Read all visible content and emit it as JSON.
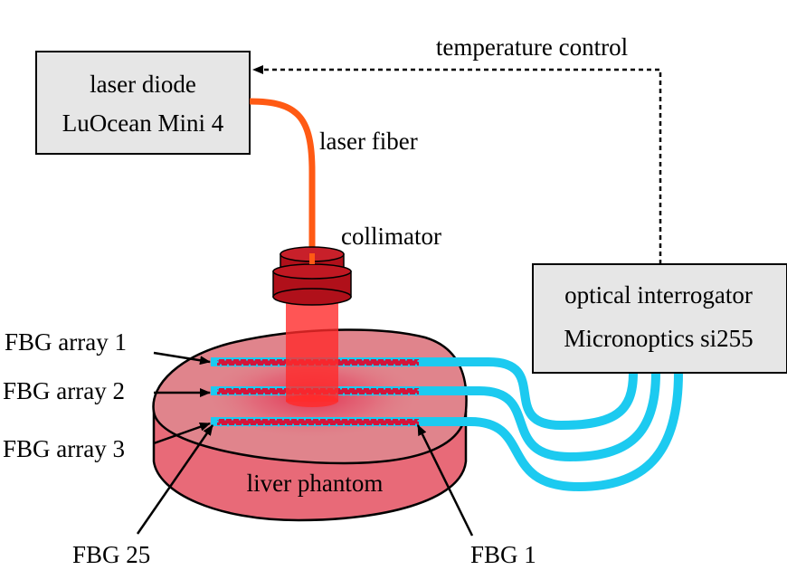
{
  "boxes": {
    "laser": {
      "line1": "laser diode",
      "line2": "LuOcean Mini 4"
    },
    "interrogator": {
      "line1": "optical interrogator",
      "line2": "Micronoptics si255"
    }
  },
  "labels": {
    "temperature_control": "temperature control",
    "laser_fiber": "laser fiber",
    "collimator": "collimator",
    "fbg_array_1": "FBG array 1",
    "fbg_array_2": "FBG array 2",
    "fbg_array_3": "FBG array 3",
    "liver_phantom": "liver phantom",
    "fbg_25": "FBG 25",
    "fbg_1": "FBG 1"
  },
  "colors": {
    "box_fill": "#e6e6e6",
    "laser_fiber": "#ff5a14",
    "optical_fiber": "#1ccaf0",
    "phantom_top": "#e0848c",
    "phantom_side": "#e86a78",
    "beam": "#ff2b2b",
    "collimator": "#b0101a",
    "fbg_grating": "#d4143a"
  }
}
